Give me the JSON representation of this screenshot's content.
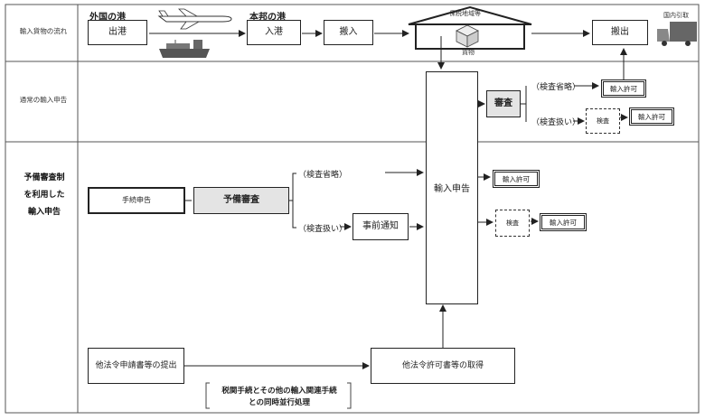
{
  "rows": {
    "row1_label": "輸入貨物の流れ",
    "row2_label": "通常の輸入申告",
    "row3_label_lines": [
      "予備審査制",
      "を利用した",
      "輸入申告"
    ]
  },
  "flow": {
    "foreign_port": "外国の港",
    "home_port": "本邦の港",
    "departure": "出港",
    "arrival": "入港",
    "carry_in": "搬入",
    "warehouse_label": "保税地域等",
    "cargo_label": "貨物",
    "carry_out": "搬出",
    "domestic_label": "国内引取"
  },
  "normal": {
    "inspection": "審査",
    "skip_inspection": "（検査省略）",
    "with_inspection": "（検査扱い）",
    "exam": "検査",
    "permit_a": "輸入許可",
    "permit_b": "輸入許可"
  },
  "pre": {
    "doc_prep": "手続申告",
    "pre_exam": "予備審査",
    "skip_inspection": "（検査省略）",
    "with_inspection": "（検査扱い）",
    "advance_notice": "事前通知",
    "declaration": "輸入申告",
    "permit_c": "輸入許可",
    "exam": "検査",
    "permit_d": "輸入許可"
  },
  "other_law": {
    "submit": "他法令申請書等の提出",
    "obtain": "他法令許可書等の取得",
    "note_line1": "税関手続とその他の輸入関連手続",
    "note_line2": "との同時並行処理"
  }
}
